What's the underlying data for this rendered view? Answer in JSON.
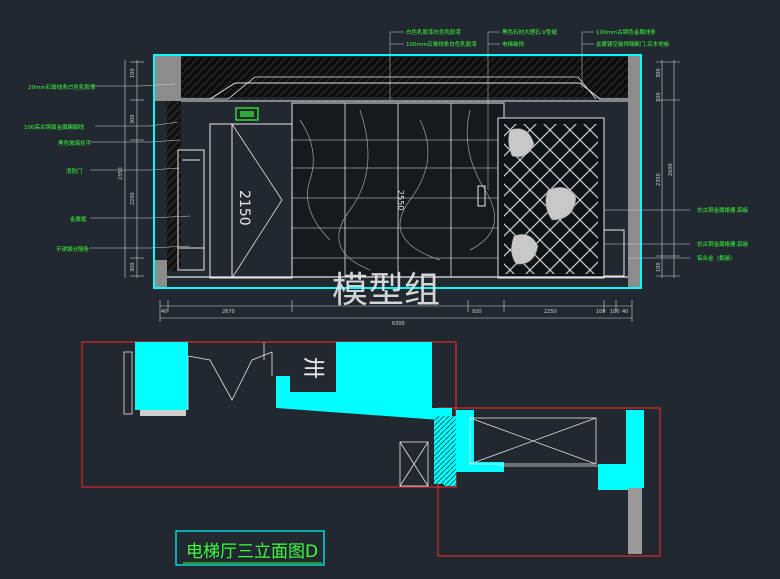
{
  "watermark": "模型组",
  "drawing_title": "电梯厅三立面图D",
  "door_label": "2150",
  "panel_label": "2550",
  "plan_label": "卅",
  "left_annotations": [
    "20mm石膏线条白色乳胶漆",
    "100高古铜面金属踢脚线",
    "黑色玻璃扶手",
    "消防门",
    "金属框",
    "不锈钢分隔条"
  ],
  "top_annotations": [
    "白色乳胶漆白色乳胶漆",
    "100mm石膏线条白色乳胶漆",
    "黑色石材大理石,V型缝",
    "电梯装饰",
    "100mm古铜色金属线条",
    "金属镂空装饰隔断门,实木地板"
  ],
  "right_annotations": [
    "仿古铜金属格栅,铝板",
    "仿古铜金属格栅,铝板",
    "铝合金（氟碳）"
  ],
  "left_dims": [
    "100",
    "300",
    "2200",
    "2350",
    "300"
  ],
  "right_dims": [
    "300",
    "100",
    "2350",
    "2600",
    "100"
  ],
  "bottom_dims": [
    "40",
    "2670",
    "920",
    "2250",
    "100",
    "100",
    "40"
  ],
  "total_width": "6300",
  "colors": {
    "background": "#212830",
    "annotation": "#3cff3c",
    "wall_fill": "#00ffff",
    "frame_red": "#ff2a2a",
    "linework": "#e6e6e6"
  }
}
